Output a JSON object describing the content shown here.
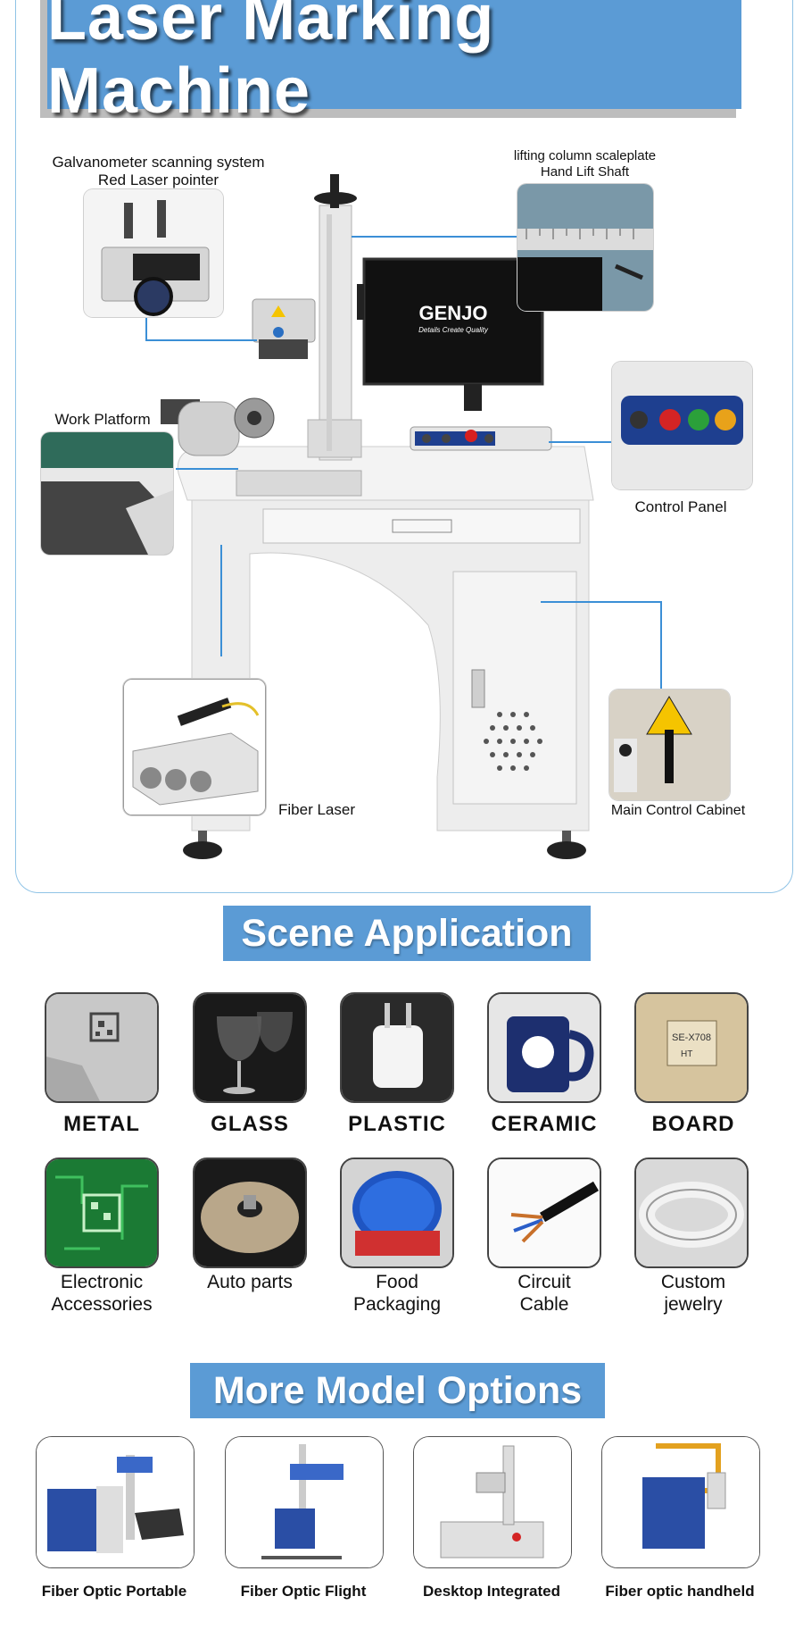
{
  "header": {
    "title": "Laser Marking Machine"
  },
  "machine": {
    "brand_logo": "GENJO",
    "brand_tagline": "Details Create Quality",
    "parts": {
      "galvanometer": {
        "line1": "Galvanometer scanning system",
        "line2": "Red Laser pointer"
      },
      "lifting": {
        "line1": "lifting column scaleplate",
        "line2": "Hand Lift Shaft"
      },
      "work_platform": "Work Platform",
      "control_panel": "Control Panel",
      "fiber_laser": "Fiber Laser",
      "main_cabinet": "Main Control Cabinet"
    }
  },
  "scene": {
    "title": "Scene Application",
    "materials": [
      "METAL",
      "GLASS",
      "PLASTIC",
      "CERAMIC",
      "BOARD"
    ],
    "applications": [
      "Electronic\nAccessories",
      "Auto parts",
      "Food\nPackaging",
      "Circuit\nCable",
      "Custom\njewelry"
    ]
  },
  "models": {
    "title": "More Model Options",
    "items": [
      "Fiber Optic Portable",
      "Fiber Optic Flight",
      "Desktop Integrated",
      "Fiber optic handheld"
    ]
  },
  "colors": {
    "accent": "#5b9bd5",
    "line": "#3b8fd6"
  }
}
